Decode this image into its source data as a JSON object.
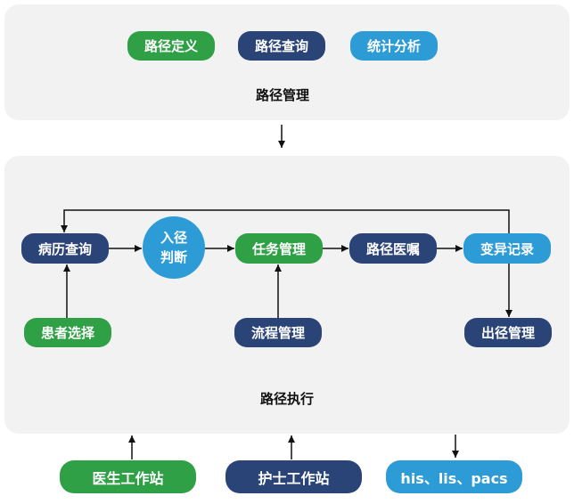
{
  "colors": {
    "green": "#30a046",
    "dark_blue": "#2b4478",
    "light_blue": "#2d9bd6",
    "panel": "#f2f2f2",
    "text_on_pill": "#ffffff",
    "label": "#111111",
    "arrow": "#111111"
  },
  "management": {
    "title": "路径管理",
    "items": [
      {
        "label": "路径定义",
        "color": "green"
      },
      {
        "label": "路径查询",
        "color": "dark_blue"
      },
      {
        "label": "统计分析",
        "color": "light_blue"
      }
    ]
  },
  "execution": {
    "title": "路径执行",
    "record_query": {
      "label": "病历查询",
      "color": "dark_blue"
    },
    "entry_decision": {
      "lines": [
        "入径",
        "判断"
      ],
      "color": "light_blue"
    },
    "task_management": {
      "label": "任务管理",
      "color": "green"
    },
    "path_orders": {
      "label": "路径医嘱",
      "color": "dark_blue"
    },
    "variation_record": {
      "label": "变异记录",
      "color": "light_blue"
    },
    "patient_selection": {
      "label": "患者选择",
      "color": "green"
    },
    "process_management": {
      "label": "流程管理",
      "color": "dark_blue"
    },
    "exit_management": {
      "label": "出径管理",
      "color": "dark_blue"
    }
  },
  "systems": [
    {
      "label": "医生工作站",
      "color": "green"
    },
    {
      "label": "护士工作站",
      "color": "dark_blue"
    },
    {
      "label": "his、lis、pacs",
      "color": "light_blue"
    }
  ]
}
